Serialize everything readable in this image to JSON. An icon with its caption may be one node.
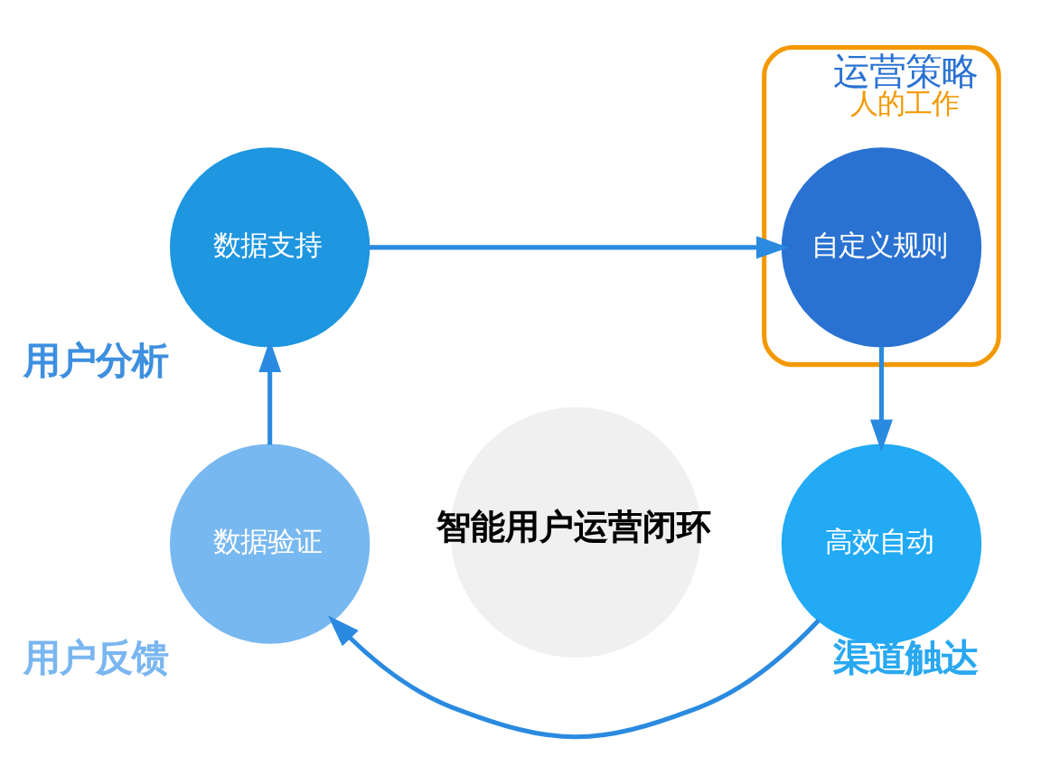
{
  "diagram": {
    "nodes": [
      {
        "text": [
          "数据支持"
        ],
        "beside": [
          "用户分析"
        ]
      },
      {
        "text": [
          "运营策略",
          "人的工作"
        ]
      },
      {
        "text": [
          "自定义规则"
        ],
        "in": 1
      },
      {
        "text": [
          "智能用户运营闭环"
        ]
      },
      {
        "text": [
          "数据验证"
        ],
        "beside": [
          "用户反馈"
        ]
      },
      {
        "text": [
          "高效自动"
        ],
        "beside": [
          "渠道触达"
        ]
      }
    ],
    "edges": [
      {
        "from": 0,
        "to": 2,
        "arrow": "to"
      },
      {
        "from": 2,
        "to": 5,
        "arrow": "to"
      },
      {
        "from": 5,
        "to": 4,
        "arrow": "to"
      },
      {
        "from": 4,
        "to": 0,
        "arrow": "to"
      }
    ]
  }
}
